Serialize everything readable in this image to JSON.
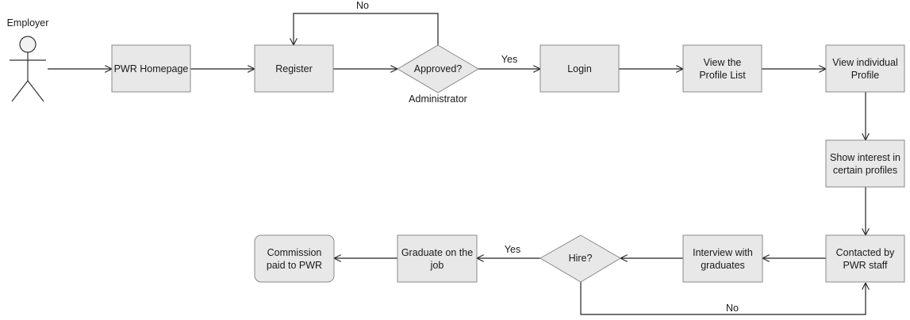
{
  "actor": {
    "label": "Employer"
  },
  "nodes": {
    "pwr_homepage": {
      "lines": [
        "PWR Homepage"
      ]
    },
    "register": {
      "lines": [
        "Register"
      ]
    },
    "approved": {
      "lines": [
        "Approved?"
      ],
      "caption": "Administrator"
    },
    "login": {
      "lines": [
        "Login"
      ]
    },
    "view_profile_list": {
      "lines": [
        "View the",
        "Profile List"
      ]
    },
    "view_individual_profile": {
      "lines": [
        "View individual",
        "Profile"
      ]
    },
    "show_interest": {
      "lines": [
        "Show interest in",
        "certain profiles"
      ]
    },
    "contacted_by_staff": {
      "lines": [
        "Contacted by",
        "PWR staff"
      ]
    },
    "interview_graduates": {
      "lines": [
        "Interview with",
        "graduates"
      ]
    },
    "hire": {
      "lines": [
        "Hire?"
      ]
    },
    "graduate_on_job": {
      "lines": [
        "Graduate on the",
        "job"
      ]
    },
    "commission_paid": {
      "lines": [
        "Commission",
        "paid to PWR"
      ]
    }
  },
  "edge_labels": {
    "approved_no": "No",
    "approved_yes": "Yes",
    "hire_yes": "Yes",
    "hire_no": "No"
  }
}
